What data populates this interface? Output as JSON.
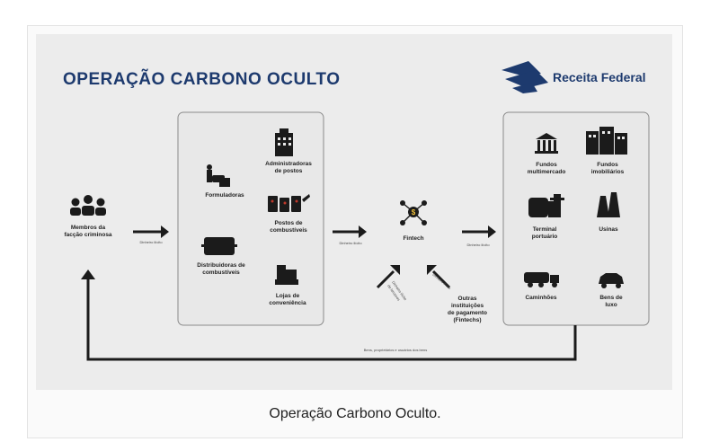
{
  "title": "OPERAÇÃO CARBONO OCULTO",
  "brand": "Receita Federal",
  "caption": "Operação Carbono Oculto.",
  "actors": {
    "members": [
      "Membros da",
      "facção criminosa"
    ],
    "fintech": "Fintech"
  },
  "middle_box": {
    "formuladoras": "Formuladoras",
    "administradoras": [
      "Administradoras",
      "de postos"
    ],
    "postos": [
      "Postos de",
      "combustíveis"
    ],
    "distribuidoras": [
      "Distribuidoras de",
      "combustíveis"
    ],
    "lojas": [
      "Lojas de",
      "conveniência"
    ]
  },
  "right_box": {
    "fundos_multimercado": [
      "Fundos",
      "multimercado"
    ],
    "fundos_imobiliarios": [
      "Fundos",
      "imobiliários"
    ],
    "terminal": [
      "Terminal",
      "portuário"
    ],
    "usinas": "Usinas",
    "caminhoes": "Caminhões",
    "bens": [
      "Bens de",
      "luxo"
    ]
  },
  "outras_instituicoes": [
    "Outras",
    "instituições",
    "de pagamento",
    "(Fintechs)"
  ],
  "small_labels": {
    "arrow1": "Dinheiro ilícito",
    "arrow2": "Dinheiro ilícito",
    "arrow3": "Dinheiro ilícito",
    "diag_left": [
      "Dinheiro ilícito",
      "de terceiros"
    ],
    "diag_right": [
      "Dinheiro ilícito"
    ],
    "bottom": "Bens, proprietários e usuários dos bens"
  }
}
